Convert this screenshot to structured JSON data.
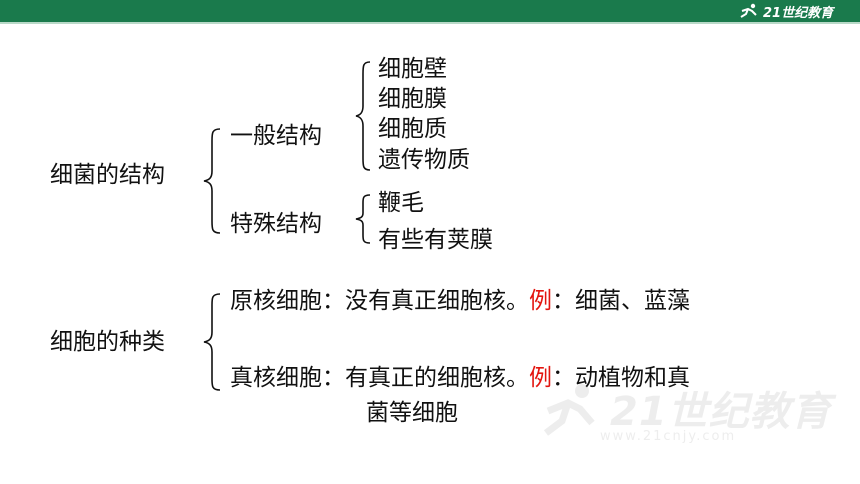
{
  "header": {
    "logo_text": "21世纪教育",
    "bar_color": "#1a7a4c"
  },
  "sections": {
    "structure": {
      "title": "细菌的结构",
      "general": {
        "label": "一般结构",
        "items": [
          "细胞壁",
          "细胞膜",
          "细胞质",
          "遗传物质"
        ]
      },
      "special": {
        "label": "特殊结构",
        "items": [
          "鞭毛",
          "有些有荚膜"
        ]
      }
    },
    "cell_types": {
      "title": "细胞的种类",
      "prokaryote": {
        "label": "原核细胞",
        "colon": "：",
        "desc": "没有真正细胞核。",
        "example_word": "例",
        "example_colon": "：",
        "example_text": "细菌、蓝藻"
      },
      "eukaryote": {
        "label": "真核细胞",
        "colon": "：",
        "desc": "有真正的细胞核。",
        "example_word": "例",
        "example_colon": "：",
        "example_text_line1": "动植物和真",
        "example_text_line2": "菌等细胞"
      }
    }
  },
  "watermark": {
    "text": "21世纪教育",
    "sub": "www.21cnjy.com"
  },
  "colors": {
    "text": "#111111",
    "highlight": "#e3150f"
  }
}
